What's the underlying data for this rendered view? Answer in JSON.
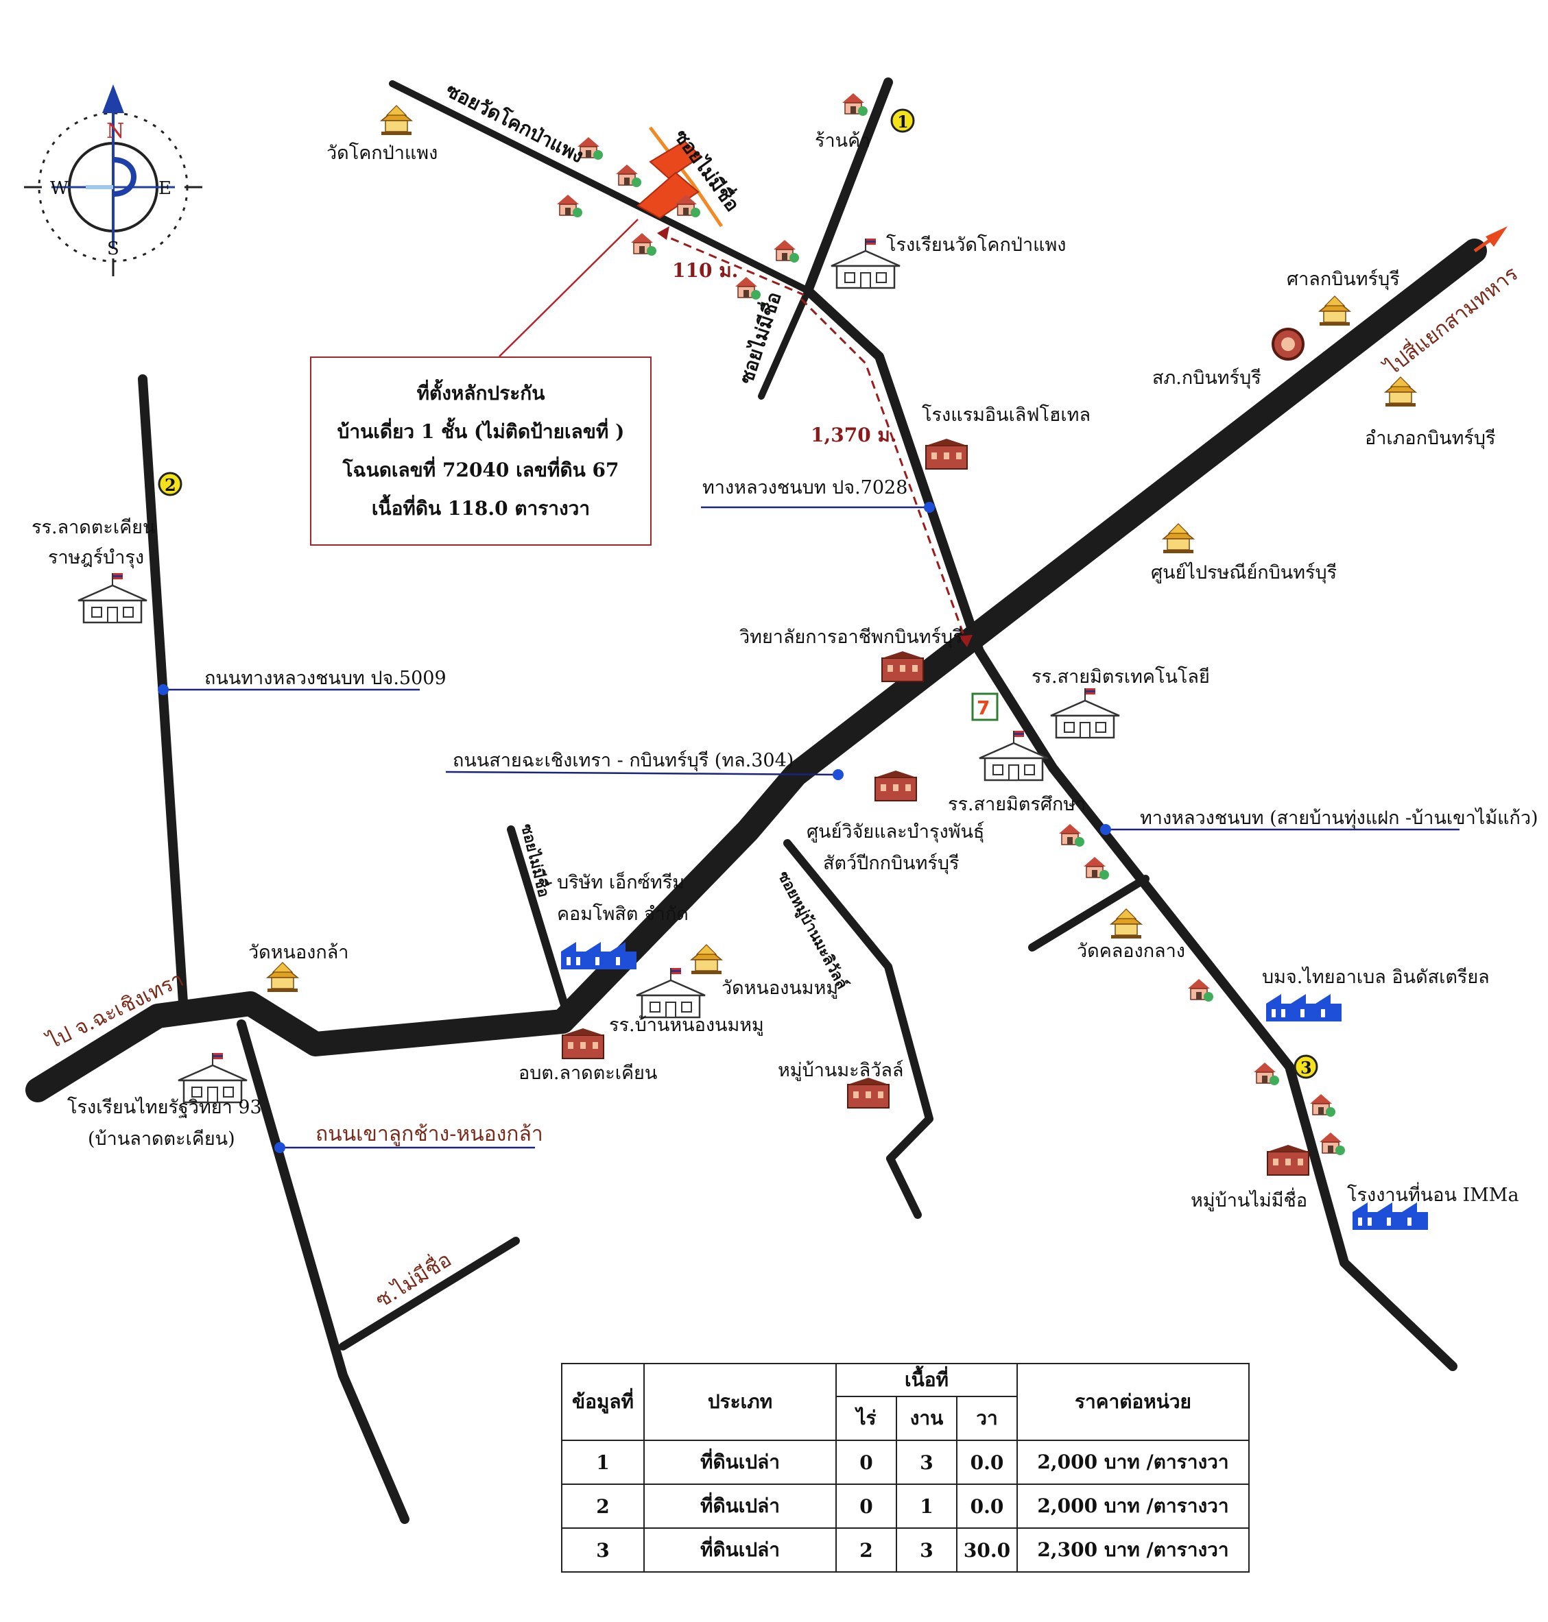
{
  "compass": {
    "north": "N",
    "south": "S",
    "east": "E",
    "west": "W"
  },
  "labels": {
    "soi_wat_khok": "ซอยวัดโคกป่าแพง",
    "soi_mai_mi_chue_1": "ซอยไม่มีชื่อ",
    "soi_mai_mi_chue_2": "ซอยไม่มีชื่อ",
    "wat_khok_pa_phaeng": "วัดโคกป่าแพง",
    "shop": "ร้านค้า",
    "school_wat_khok": "โรงเรียนวัดโคกป่าแพง",
    "dist_110": "110 ม.",
    "dist_1370": "1,370 ม.",
    "hotel": "โรงแรมอินเลิฟโฮเทล",
    "road_7028": "ทางหลวงชนบท ปจ.7028",
    "shrine": "ศาลกบินทร์บุรี",
    "police": "สภ.กบินทร์บุรี",
    "district_office": "อำเภอกบินทร์บุรี",
    "to_samyaek": "ไปสี่แยกสามทหาร",
    "post_office": "ศูนย์ไปรษณีย์กบินทร์บุรี",
    "vocational_college": "วิทยาลัยการอาชีพกบินทร์บุรี",
    "school_saimit_tech": "รร.สายมิตรเทคโนโลยี",
    "school_ladtakhian_1": "รร.ลาดตะเคียน",
    "school_ladtakhian_2": "ราษฎร์บำรุง",
    "road_5009": "ถนนทางหลวงชนบท ปจ.5009",
    "road_304": "ถนนสายฉะเชิงเทรา - กบินทร์บุรี (ทล.304)",
    "school_saimit_suksa": "รร.สายมิตรศึกษา",
    "rural_road": "ทางหลวงชนบท (สายบ้านทุ่งแฝก -บ้านเขาไม้แก้ว)",
    "research_center_1": "ศูนย์วิจัยและบำรุงพันธุ์",
    "research_center_2": "สัตว์ปีกกบินทร์บุรี",
    "soi_mai_mi_chue_3": "ซอยไม่มีชื่อ",
    "company_1": "บริษัท เอ็กซ์ทรีม",
    "company_2": "คอมโพสิต จำกัด",
    "soi_mu_ban_mali": "ซอยหมู่บ้านมะลิวัลล์",
    "wat_khlong_klang": "วัดคลองกลาง",
    "thai_abel": "บมจ.ไทยอาเบล อินดัสเตรียล",
    "wat_nong_kla": "วัดหนองกล้า",
    "wat_nong_nom_mu": "วัดหนองนมหมู",
    "to_chachoengsao": "ไป จ.ฉะเชิงเทรา",
    "school_ban_nong_nom_mu": "รร.บ้านหนองนมหมู",
    "obt_ladtakhian": "อบต.ลาดตะเคียน",
    "village_mali": "หมู่บ้านมะลิวัลล์",
    "school_thai_rat_1": "โรงเรียนไทยรัฐวิทยา 93",
    "school_thai_rat_2": "(บ้านลาดตะเคียน)",
    "road_khao_luk_chang": "ถนนเขาลูกช้าง-หนองกล้า",
    "village_no_name": "หมู่บ้านไม่มีชื่อ",
    "immа_factory": "โรงงานที่นอน IMMa",
    "soi_mai_mi_chue_4": "ซ.ไม่มีชื่อ"
  },
  "markers": {
    "m1": "1",
    "m2": "2",
    "m3": "3"
  },
  "infobox": {
    "line1": "ที่ตั้งหลักประกัน",
    "line2": "บ้านเดี่ยว 1 ชั้น  (ไม่ติดป้ายเลขที่ )",
    "line3": "โฉนดเลขที่ 72040 เลขที่ดิน 67",
    "line4": "เนื้อที่ดิน 118.0 ตารางวา"
  },
  "table": {
    "headers": {
      "no": "ข้อมูลที่",
      "type": "ประเภท",
      "area": "เนื้อที่",
      "rai": "ไร่",
      "ngan": "งาน",
      "wa": "วา",
      "price": "ราคาต่อหน่วย"
    },
    "rows": [
      {
        "no": "1",
        "type": "ที่ดินเปล่า",
        "rai": "0",
        "ngan": "3",
        "wa": "0.0",
        "price": "2,000 บาท /ตารางวา"
      },
      {
        "no": "2",
        "type": "ที่ดินเปล่า",
        "rai": "0",
        "ngan": "1",
        "wa": "0.0",
        "price": "2,000 บาท /ตารางวา"
      },
      {
        "no": "3",
        "type": "ที่ดินเปล่า",
        "rai": "2",
        "ngan": "3",
        "wa": "30.0",
        "price": "2,300 บาท /ตารางวา"
      }
    ]
  },
  "colors": {
    "road": "#1c1c1c",
    "subject_plot": "#e8481c",
    "orange_road": "#f08a24",
    "dashed_path": "#9b1b1b",
    "leader": "#1a237e",
    "marker": "#f4e21a"
  }
}
